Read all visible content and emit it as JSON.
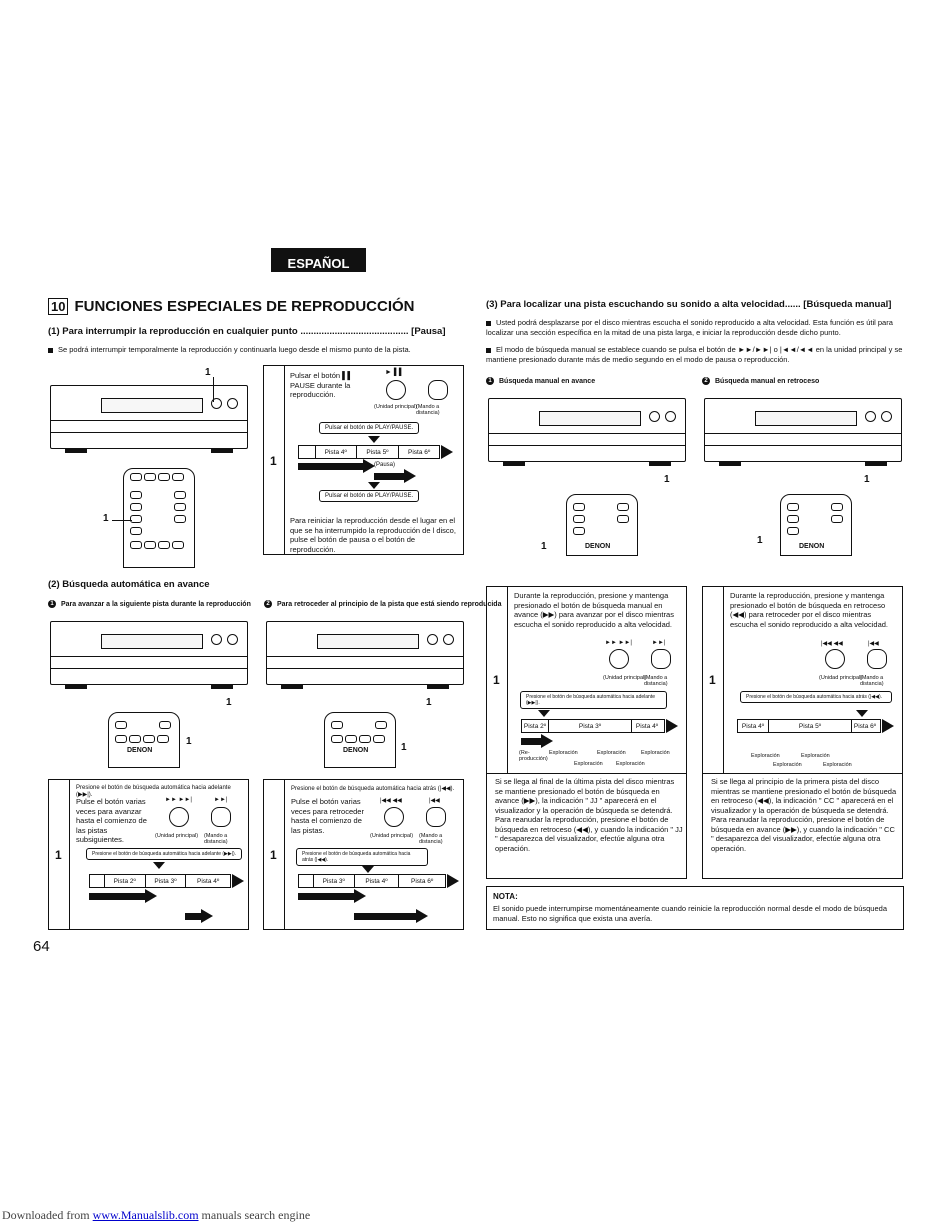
{
  "header": {
    "language_tab": "ESPAÑOL"
  },
  "section": {
    "number": "10",
    "title": "FUNCIONES ESPECIALES DE REPRODUCCIÓN"
  },
  "pause": {
    "heading": "(1)  Para interrumpir la reproducción en cualquier punto ......................................... [Pausa]",
    "text": "Se podrá interrumpir temporalmente la reproducción y continuarla luego desde el mismo punto de la pista.",
    "callout": "1",
    "step_number": "1",
    "instruction": "Pulsar el botón ▌▌ PAUSE durante la reproducción.",
    "icon_play": "► ▌▌",
    "label_main": "(Unidad principal)",
    "label_remote": "(Mando a distancia)",
    "box_top": "Pulsar el botón de PLAY/PAUSE.",
    "tracks": [
      "Pista 4º",
      "Pista 5º",
      "Pista 6º"
    ],
    "pause_label": "(Pausa)",
    "box_bottom": "Pulsar el botón de PLAY/PAUSE.",
    "note": "Para reiniciar la reproducción desde el lugar en el que se ha interrumpido la reproducción de l disco, pulse el botón de pausa o el botón de reproducción."
  },
  "auto": {
    "heading": "(2)  Búsqueda automática en avance",
    "forward": {
      "sub": "Para avanzar a la siguiente pista durante la reproducción",
      "box_title": "Presione el botón de búsqueda automática hacia adelante (▶▶|).",
      "bullet": "Pulse el botón varias veces para avanzar hasta el comienzo de las pistas subsiguientes.",
      "icon_main": "►► ►►|",
      "icon_remote": "►►|",
      "label_main": "(Unidad principal)",
      "label_remote": "(Mando a distancia)",
      "mini": "Presione el botón de búsqueda automática hacia adelante (▶▶|).",
      "tracks": [
        "Pista 2º",
        "Pista 3º",
        "Pista 4º"
      ]
    },
    "backward": {
      "sub": "Para retroceder al principio de la pista que está siendo reproducida",
      "box_title": "Presione el botón de búsqueda automática hacia atrás (|◀◀).",
      "bullet": "Pulse el botón varias veces para retroceder hasta el comienzo de las pistas.",
      "icon_main": "|◀◀ ◀◀",
      "icon_remote": "|◀◀",
      "label_main": "(Unidad principal)",
      "label_remote": "(Mando a distancia)",
      "mini": "Presione el botón de búsqueda automática hacia atrás (|◀◀).",
      "tracks": [
        "Pista 3º",
        "Pista 4º",
        "Pista 6º"
      ]
    },
    "step_number": "1"
  },
  "manual": {
    "heading": "(3)  Para localizar una pista escuchando su sonido a alta velocidad...... [Búsqueda manual]",
    "bullets": [
      "Usted podrá desplazarse por el disco mientras escucha el sonido reproducido a alta velocidad. Esta función es útil para localizar una sección específica en la mitad de una pista larga, e iniciar la reproducción desde dicho punto.",
      "El modo de búsqueda manual se establece cuando se pulsa el botón de ►►/►►| o |◄◄/◄◄ en la unidad principal y se mantiene presionado durante más de medio segundo en el modo de pausa o reproducción."
    ],
    "forward": {
      "sub": "Búsqueda manual en avance",
      "text": "Durante la reproducción, presione y mantenga presionado el botón de búsqueda manual en avance (▶▶) para avanzar por el disco mientras escucha el sonido reproducido a alta velocidad.",
      "icon_main": "►► ►►|",
      "icon_remote": "►►|",
      "label_main": "(Unidad principal)",
      "label_remote": "(Mando a distancia)",
      "mini": "Presione el botón de búsqueda automática hacia adelante (▶▶|).",
      "tracks": [
        "Pista 2º",
        "Pista 3º",
        "Pista 4º"
      ],
      "labels": [
        "(Re-producción)",
        "Exploración",
        "Exploración",
        "Exploración",
        "Exploración",
        "Exploración"
      ],
      "note": "Si se llega al final de la última pista del disco mientras se mantiene presionado el botón de búsqueda en avance (▶▶), la indicación \" JJ \" aparecerá en el visualizador y la operación de búsqueda se detendrá. Para reanudar la reproducción, presione el botón de búsqueda en retroceso (◀◀), y cuando la indicación \" JJ \" desaparezca del visualizador, efectúe alguna otra operación."
    },
    "backward": {
      "sub": "Búsqueda manual en retroceso",
      "text": "Durante la reproducción, presione y mantenga presionado el botón de búsqueda en retroceso (◀◀) para retroceder por el disco mientras escucha el sonido reproducido a alta velocidad.",
      "icon_main": "|◀◀ ◀◀",
      "icon_remote": "|◀◀",
      "label_main": "(Unidad principal)",
      "label_remote": "(Mando a distancia)",
      "mini": "Presione el botón de búsqueda automática hacia atrás (|◀◀).",
      "tracks": [
        "Pista 4º",
        "Pista 5º",
        "Pista 6º"
      ],
      "labels": [
        "Exploración",
        "Exploración",
        "Exploración",
        "Exploración"
      ],
      "note": "Si se llega al principio de la primera pista del disco mientras se mantiene presionado el botón de búsqueda en retroceso (◀◀), la indicación \" CC \" aparecerá en el visualizador y la operación de búsqueda se detendrá. Para reanudar la reproducción, presione el botón de búsqueda en avance (▶▶), y cuando la indicación \" CC \" desaparezca del visualizador, efectúe alguna otra operación."
    },
    "step_number": "1",
    "nota_title": "NOTA:",
    "nota_text": "El sonido puede interrumpirse momentáneamente cuando reinicie la reproducción normal desde el modo de búsqueda manual. Esto no significa que exista una avería."
  },
  "page_number": "64",
  "footer": {
    "prefix": "Downloaded from ",
    "link": "www.Manualslib.com",
    "suffix": " manuals search engine"
  },
  "brand": "DENON"
}
